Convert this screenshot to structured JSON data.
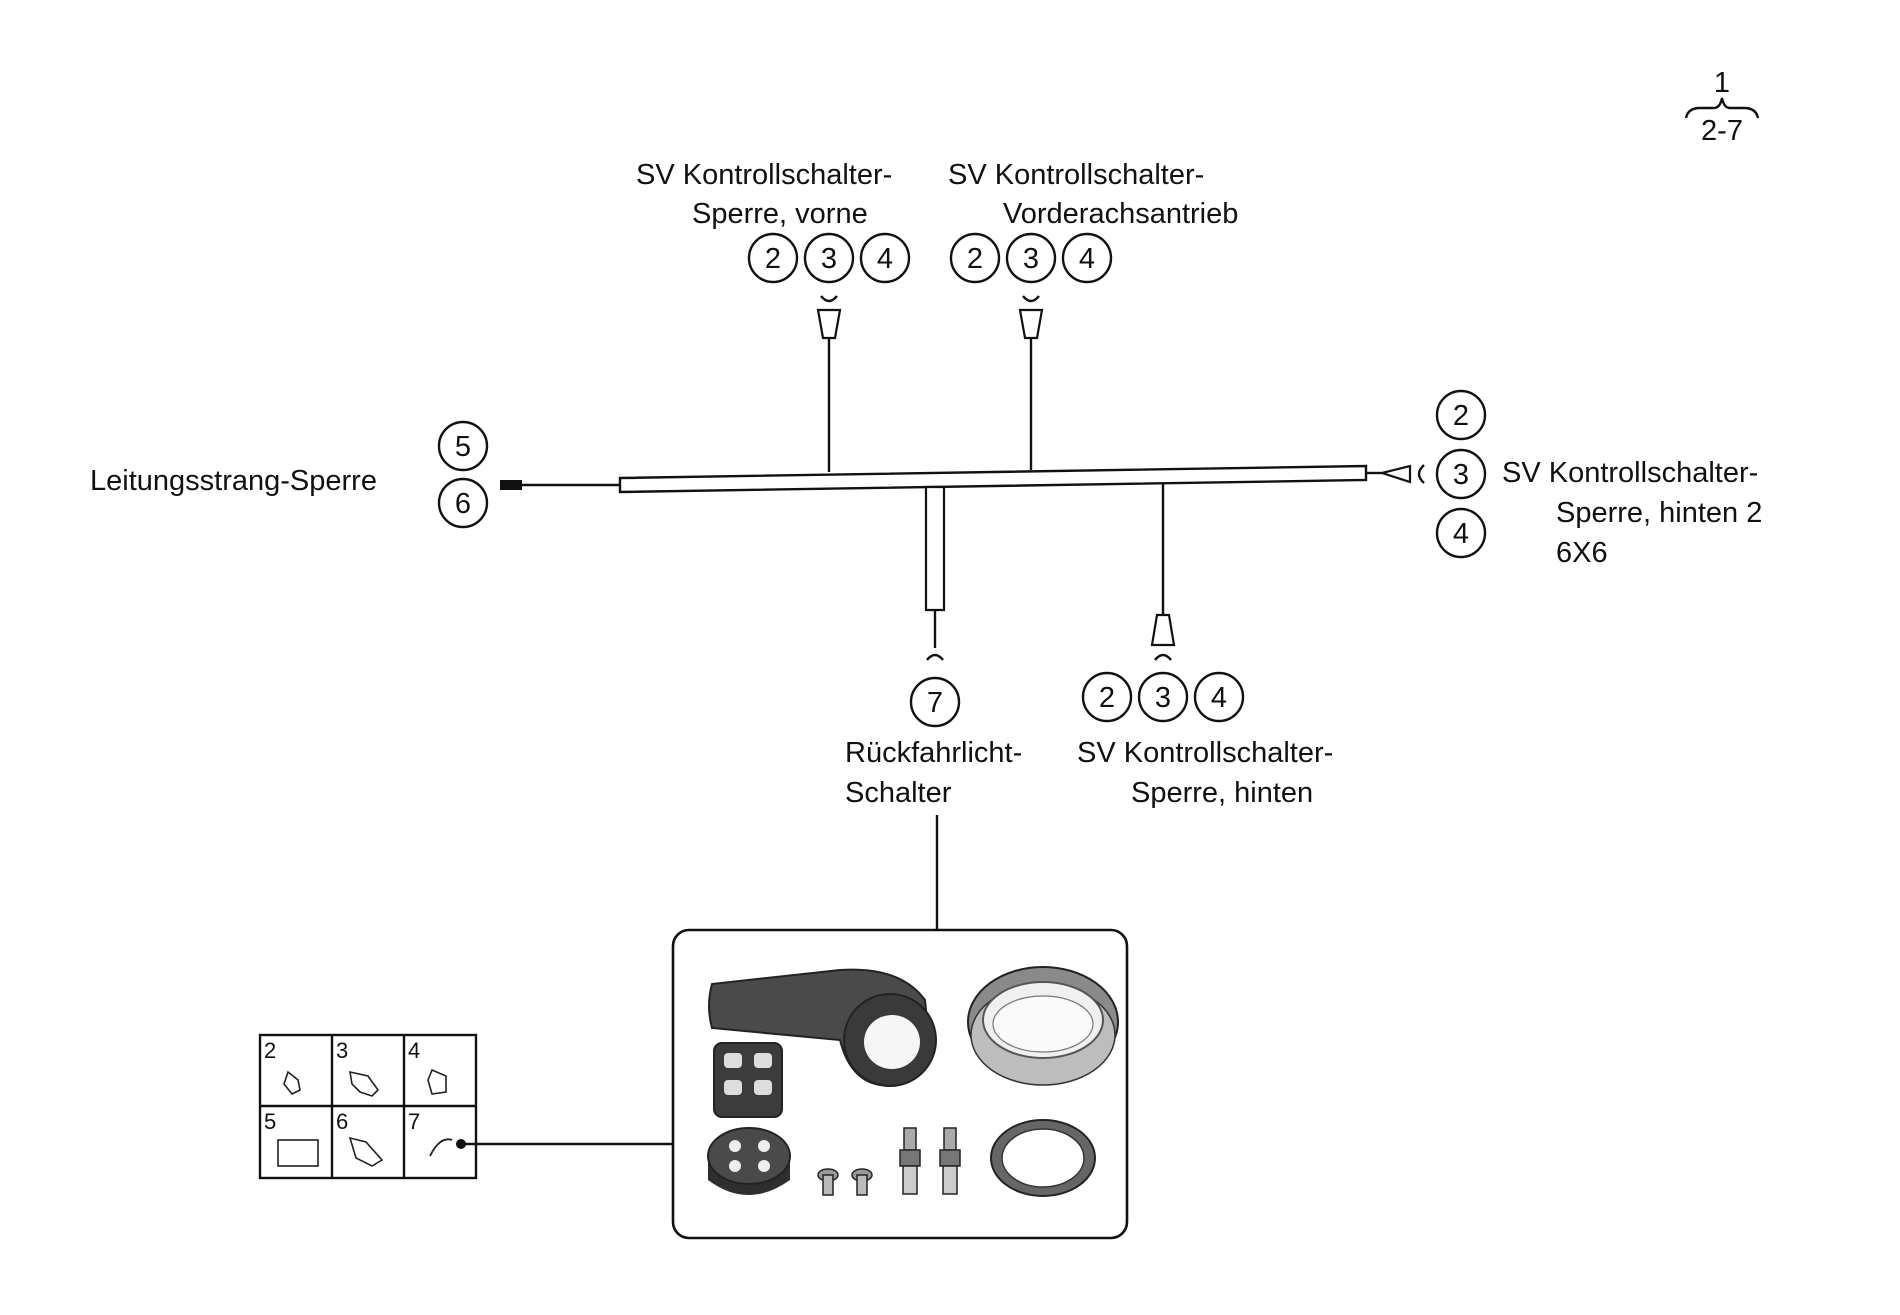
{
  "reference": {
    "top": "1",
    "bottom": "2-7"
  },
  "connectors": {
    "front_lock": {
      "line1": "SV Kontrollschalter-",
      "line2": "Sperre, vorne",
      "parts": [
        "2",
        "3",
        "4"
      ]
    },
    "front_axle": {
      "line1": "SV Kontrollschalter-",
      "line2": "Vorderachsantrieb",
      "parts": [
        "2",
        "3",
        "4"
      ]
    },
    "rear_lock_6x6": {
      "line1": "SV Kontrollschalter-",
      "line2": "Sperre, hinten 2",
      "line3": "6X6",
      "parts": [
        "2",
        "3",
        "4"
      ]
    },
    "rear_lock": {
      "line1": "SV Kontrollschalter-",
      "line2": "Sperre, hinten",
      "parts": [
        "2",
        "3",
        "4"
      ]
    },
    "reverse_light": {
      "line1": "Rückfahrlicht-",
      "line2": "Schalter",
      "parts": [
        "7"
      ]
    },
    "harness_lock": {
      "label": "Leitungsstrang-Sperre",
      "parts": [
        "5",
        "6"
      ]
    }
  },
  "parts_grid": [
    "2",
    "3",
    "4",
    "5",
    "6",
    "7"
  ]
}
